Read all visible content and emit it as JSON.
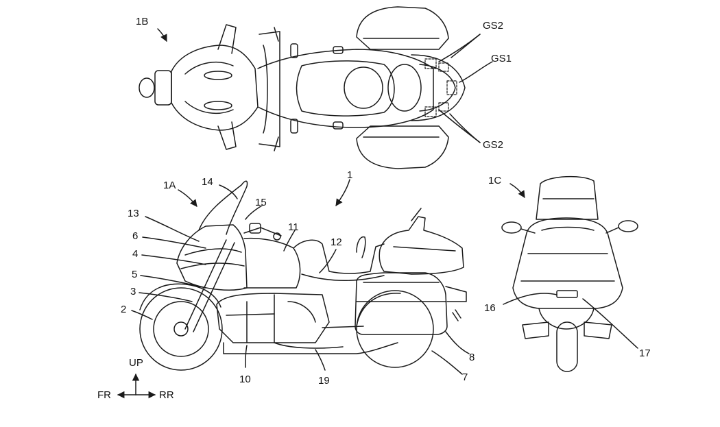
{
  "figure": {
    "views": {
      "top": "1B",
      "side": "1A",
      "front": "1C"
    },
    "vehicle_ref": "1",
    "top_view_labels": [
      "GS2",
      "GS1",
      "GS2"
    ],
    "side_view_labels": [
      "14",
      "15",
      "13",
      "6",
      "11",
      "12",
      "4",
      "5",
      "3",
      "2",
      "10",
      "19",
      "8",
      "7"
    ],
    "front_view_labels": [
      "16",
      "17"
    ],
    "direction_axes": {
      "up": "UP",
      "front": "FR",
      "rear": "RR"
    }
  }
}
